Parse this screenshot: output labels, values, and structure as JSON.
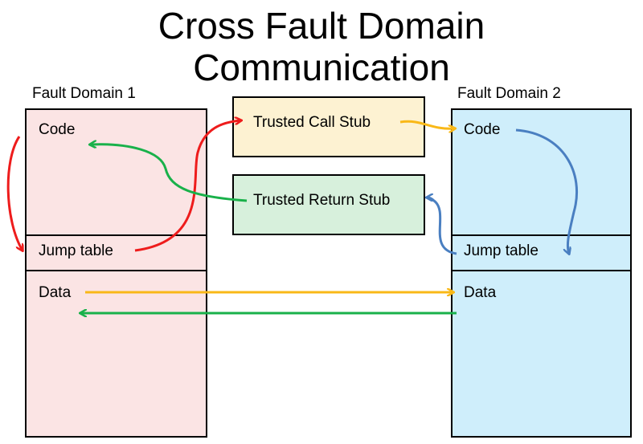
{
  "title": {
    "line1": "Cross Fault Domain",
    "line2": "Communication"
  },
  "domain1": {
    "label": "Fault Domain 1",
    "code": "Code",
    "jump_table": "Jump table",
    "data": "Data"
  },
  "domain2": {
    "label": "Fault Domain 2",
    "code": "Code",
    "jump_table": "Jump table",
    "data": "Data"
  },
  "stubs": {
    "call": "Trusted Call Stub",
    "return": "Trusted Return Stub"
  },
  "colors": {
    "red": "#ee1c1c",
    "orange": "#f9b817",
    "green": "#19b14a",
    "blue": "#4a7fc1"
  }
}
